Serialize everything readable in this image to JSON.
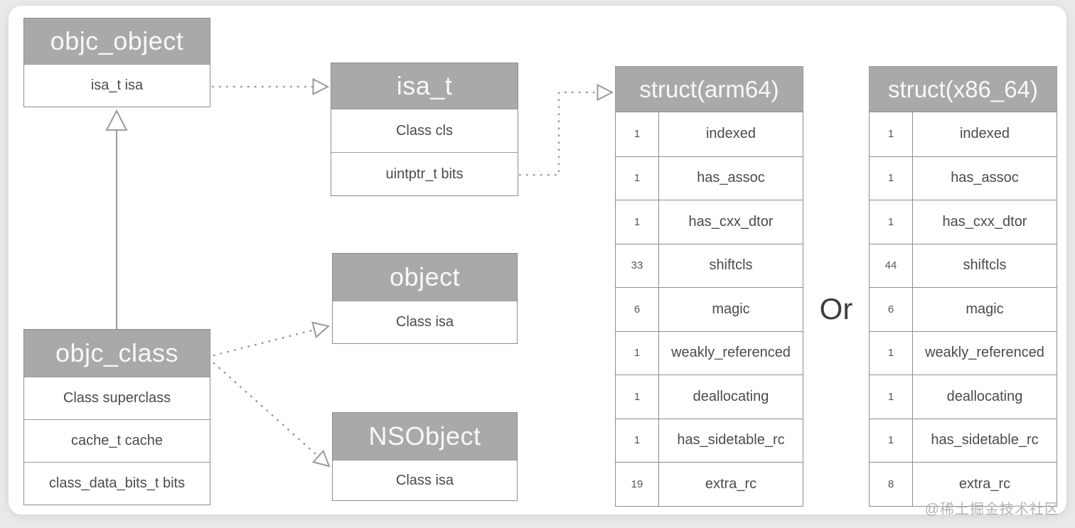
{
  "watermark": "@稀土掘金技术社区",
  "or_label": "Or",
  "colors": {
    "header_bg": "#a9a9a9",
    "header_text": "#f8f8f8",
    "body_text": "#4b4b4b",
    "border": "#8d8d8d",
    "arrow": "#9a9a9a",
    "canvas_bg": "#e9eaea",
    "panel_bg": "#ffffff"
  },
  "boxes": {
    "objc_object": {
      "title": "objc_object",
      "rows": [
        "isa_t isa"
      ]
    },
    "isa_t": {
      "title": "isa_t",
      "rows": [
        "Class cls",
        "uintptr_t bits"
      ]
    },
    "object": {
      "title": "object",
      "rows": [
        "Class isa"
      ]
    },
    "nsobject": {
      "title": "NSObject",
      "rows": [
        "Class isa"
      ]
    },
    "objc_class": {
      "title": "objc_class",
      "rows": [
        "Class superclass",
        "cache_t cache",
        "class_data_bits_t bits"
      ]
    }
  },
  "tables": [
    {
      "title": "struct(arm64)",
      "rows": [
        {
          "bits": "1",
          "field": "indexed"
        },
        {
          "bits": "1",
          "field": "has_assoc"
        },
        {
          "bits": "1",
          "field": "has_cxx_dtor"
        },
        {
          "bits": "33",
          "field": "shiftcls"
        },
        {
          "bits": "6",
          "field": "magic"
        },
        {
          "bits": "1",
          "field": "weakly_referenced"
        },
        {
          "bits": "1",
          "field": "deallocating"
        },
        {
          "bits": "1",
          "field": "has_sidetable_rc"
        },
        {
          "bits": "19",
          "field": "extra_rc"
        }
      ]
    },
    {
      "title": "struct(x86_64)",
      "rows": [
        {
          "bits": "1",
          "field": "indexed"
        },
        {
          "bits": "1",
          "field": "has_assoc"
        },
        {
          "bits": "1",
          "field": "has_cxx_dtor"
        },
        {
          "bits": "44",
          "field": "shiftcls"
        },
        {
          "bits": "6",
          "field": "magic"
        },
        {
          "bits": "1",
          "field": "weakly_referenced"
        },
        {
          "bits": "1",
          "field": "deallocating"
        },
        {
          "bits": "1",
          "field": "has_sidetable_rc"
        },
        {
          "bits": "8",
          "field": "extra_rc"
        }
      ]
    }
  ]
}
